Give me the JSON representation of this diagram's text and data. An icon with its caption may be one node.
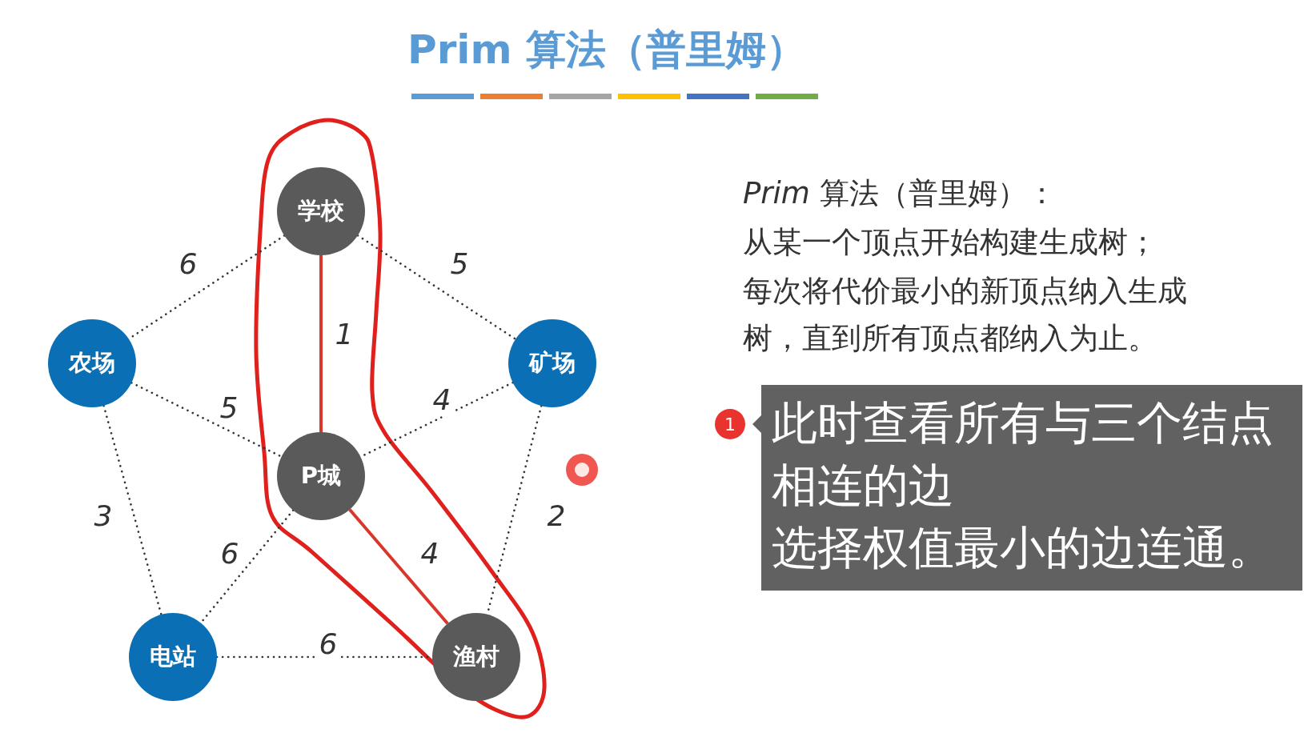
{
  "diagram": {
    "title": "Prim 算法（普里姆）",
    "nodes": [
      {
        "text": [
          "学校"
        ]
      },
      {
        "text": [
          "农场"
        ]
      },
      {
        "text": [
          "矿场"
        ]
      },
      {
        "text": [
          "P城"
        ]
      },
      {
        "text": [
          "电站"
        ]
      },
      {
        "text": [
          "渔村"
        ]
      },
      {
        "text": [
          "1"
        ]
      },
      {
        "text": [
          "此时查看所有与三个结点相连的边",
          "选择权值最小的边连通。"
        ]
      }
    ],
    "edges": [
      {
        "from": 0,
        "to": 1,
        "arrow": "none",
        "label": "6",
        "style": "dashed"
      },
      {
        "from": 0,
        "to": 2,
        "arrow": "none",
        "label": "5",
        "style": "dashed"
      },
      {
        "from": 0,
        "to": 3,
        "arrow": "none",
        "label": "1",
        "color": "#d9372b"
      },
      {
        "from": 1,
        "to": 3,
        "arrow": "none",
        "label": "5",
        "style": "dashed"
      },
      {
        "from": 2,
        "to": 3,
        "arrow": "none",
        "label": "4",
        "style": "dashed"
      },
      {
        "from": 1,
        "to": 4,
        "arrow": "none",
        "label": "3",
        "style": "dashed"
      },
      {
        "from": 2,
        "to": 5,
        "arrow": "none",
        "label": "2",
        "style": "dashed"
      },
      {
        "from": 3,
        "to": 4,
        "arrow": "none",
        "label": "6",
        "style": "dashed"
      },
      {
        "from": 3,
        "to": 5,
        "arrow": "none",
        "label": "4",
        "color": "#d9372b"
      },
      {
        "from": 4,
        "to": 5,
        "arrow": "none",
        "label": "6",
        "style": "dashed"
      }
    ],
    "labels": [
      "*Prim* 算法（普里姆）：",
      "从某一个顶点开始构建生成树；",
      "每次将代价最小的新顶点纳入生成树，直到所有顶点都纳入为止。"
    ]
  }
}
